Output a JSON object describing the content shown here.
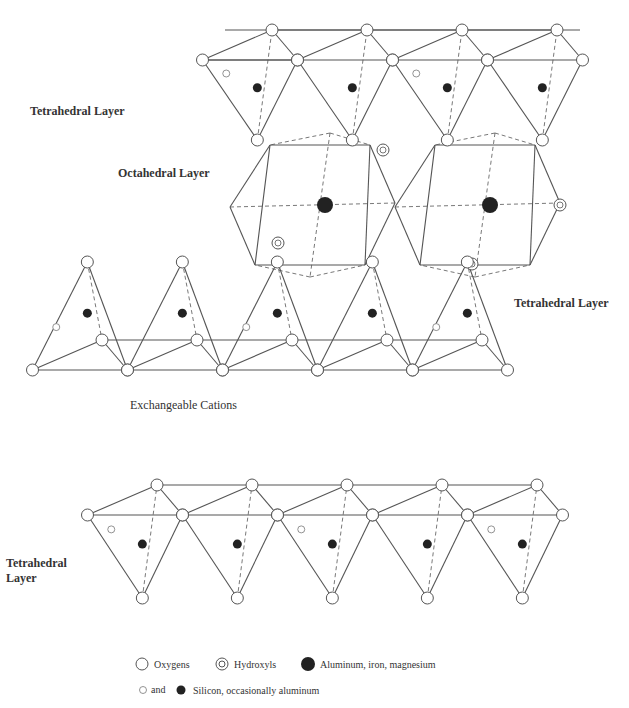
{
  "diagram": {
    "labels": [
      "Tetrahedral Layer",
      "Octahedral Layer",
      "Tetrahedral Layer",
      "Exchangeable Cations",
      "Tetrahedral Layer",
      "and"
    ],
    "legend": [
      {
        "text": "Oxygens"
      },
      {
        "text": "Hydroxyls"
      },
      {
        "text": "Aluminum, iron, magnesium"
      },
      {
        "text": "Silicon, occasionally aluminum"
      }
    ]
  }
}
